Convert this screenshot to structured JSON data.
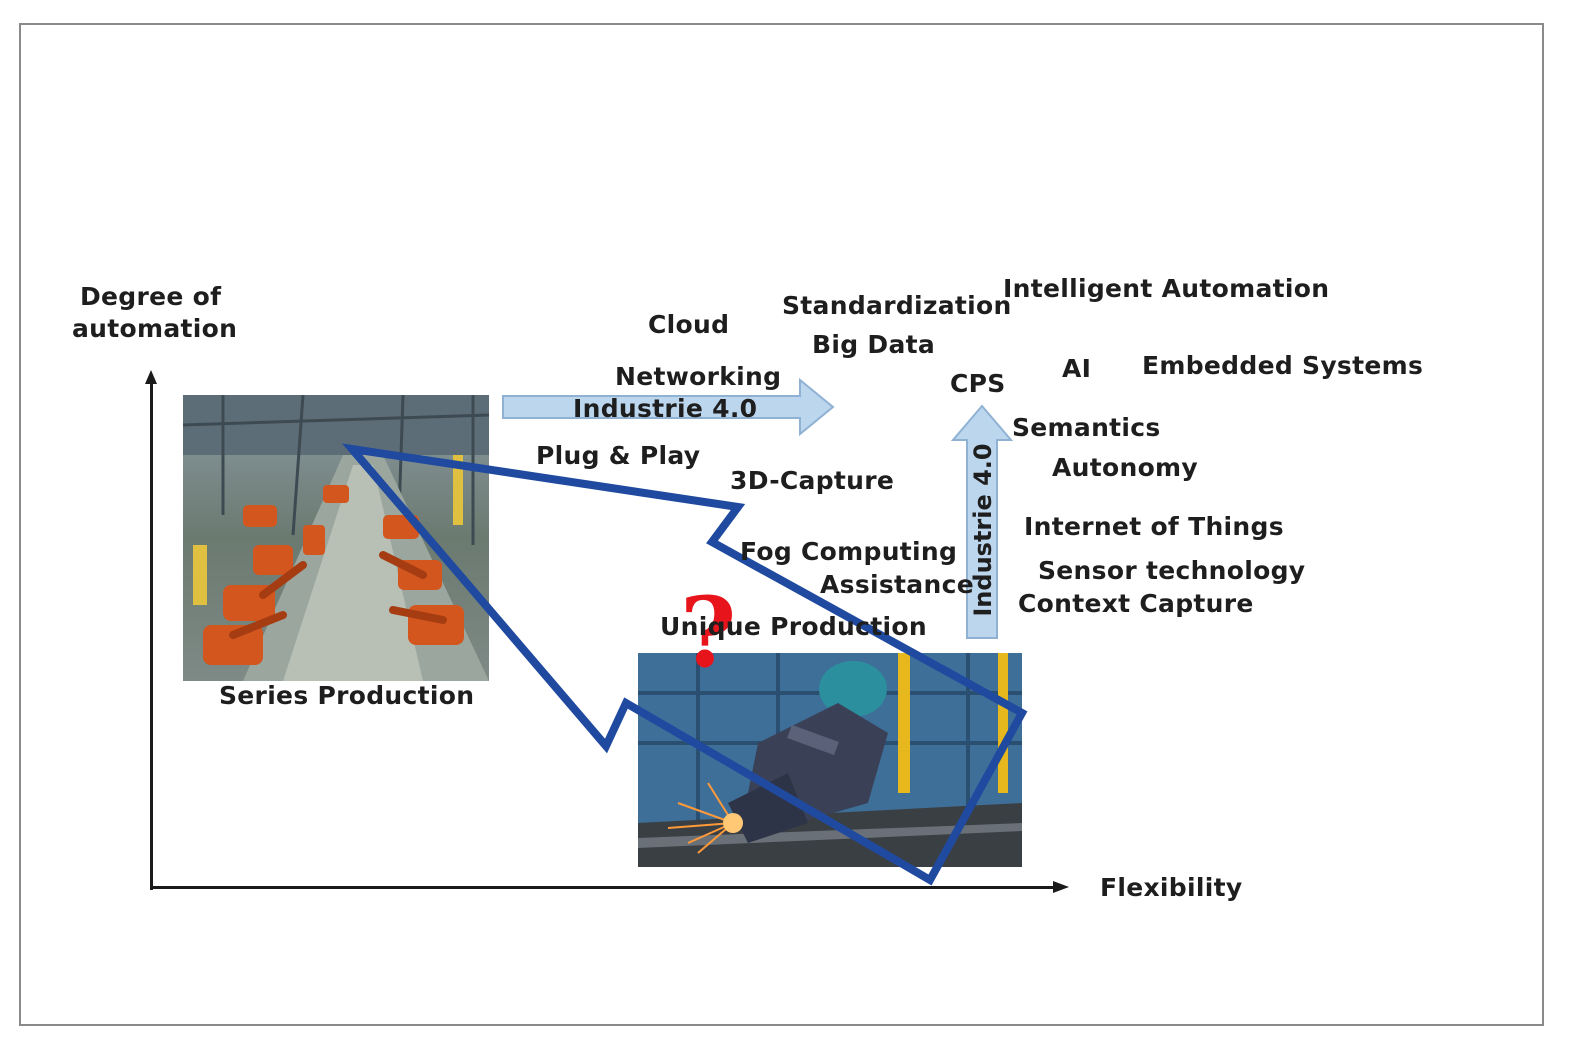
{
  "axes": {
    "y_label_line1": "Degree of",
    "y_label_line2": "automation",
    "x_label": "Flexibility"
  },
  "arrows": {
    "horizontal_label": "Industrie 4.0",
    "vertical_label": "Industrie 4.0",
    "horizontal_fill": "#bcd6ee",
    "vertical_fill": "#bcd6ee",
    "big_arrow_stroke": "#1f4aa0"
  },
  "photos": {
    "series_caption": "Series Production",
    "unique_caption": "Unique Production"
  },
  "question_mark": "?",
  "terms": {
    "cloud": "Cloud",
    "networking": "Networking",
    "plug_play": "Plug & Play",
    "standardization": "Standardization",
    "big_data": "Big Data",
    "three_d_capture": "3D-Capture",
    "fog_computing": "Fog Computing",
    "assistance": "Assistance",
    "intelligent_automation": "Intelligent Automation",
    "cps": "CPS",
    "ai": "AI",
    "embedded_systems": "Embedded Systems",
    "semantics": "Semantics",
    "autonomy": "Autonomy",
    "internet_of_things": "Internet of Things",
    "sensor_technology": "Sensor technology",
    "context_capture": "Context Capture"
  }
}
